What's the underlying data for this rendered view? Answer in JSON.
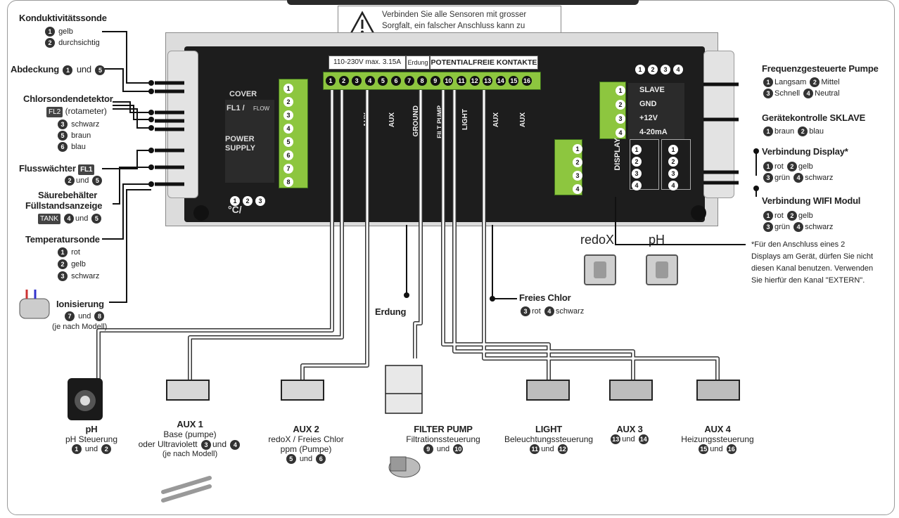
{
  "warning": {
    "text": "Verbinden Sie alle Sensoren mit grosser Sorgfalt, ein falscher Anschluss kann zu irreparablen Schäden am Gerät führen."
  },
  "terminal_header": {
    "power": "110-230V max. 3.15A",
    "ground": "Erdung",
    "contacts": "POTENTIALFREIE KONTAKTE"
  },
  "terminal_numbers": [
    "1",
    "2",
    "3",
    "4",
    "5",
    "6",
    "7",
    "8",
    "9",
    "10",
    "11",
    "12",
    "13",
    "14",
    "15",
    "16"
  ],
  "board_labels": {
    "power_supply": "POWER SUPPLY",
    "fl1": "FL1 /",
    "flow": "FLOW",
    "cover": "COVER",
    "ground": "GROUND",
    "filt_pump": "FILT PUMP",
    "light": "LIGHT",
    "aux": "AUX",
    "slave": "SLAVE",
    "gnd": "GND",
    "plus12v": "+12V",
    "ma": "4-20mA",
    "display": "DISPLAY",
    "co": "°C/"
  },
  "left_labels": {
    "konduktivitaet": {
      "title": "Konduktivitätssonde",
      "l1": "gelb",
      "l2": "durchsichtig"
    },
    "abdeckung": {
      "title": "Abdeckung",
      "und": "und"
    },
    "chlorsonde": {
      "title": "Chlorsondendetektor",
      "tag": "FL2",
      "rest": "(rotameter)",
      "l1": "schwarz",
      "l2": "braun",
      "l3": "blau"
    },
    "fluss": {
      "title": "Flusswächter",
      "tag": "FL1",
      "und": "und"
    },
    "saeure": {
      "title1": "Säurebehälter",
      "title2": "Füllstandsanzeige",
      "tag": "TANK",
      "und": "und"
    },
    "temperatur": {
      "title": "Temperatursonde",
      "l1": "rot",
      "l2": "gelb",
      "l3": "schwarz"
    },
    "ionisierung": {
      "title": "Ionisierung",
      "und": "und",
      "note": "(je nach Modell)"
    }
  },
  "right_labels": {
    "pumpe": {
      "title": "Frequenzgesteuerte Pumpe",
      "l1": "Langsam",
      "l2": "Mittel",
      "l3": "Schnell",
      "l4": "Neutral"
    },
    "slave": {
      "title": "Gerätekontrolle SKLAVE",
      "l1": "braun",
      "l2": "blau"
    },
    "display": {
      "title": "Verbindung Display*",
      "l1": "rot",
      "l2": "gelb",
      "l3": "grün",
      "l4": "schwarz"
    },
    "wifi": {
      "title": "Verbindung WIFI Modul",
      "l1": "rot",
      "l2": "gelb",
      "l3": "grün",
      "l4": "schwarz"
    },
    "note": "*Für den Anschluss eines 2 Displays am Gerät, dürfen Sie nicht diesen Kanal benutzen. Verwenden Sie hierfür den Kanal \"EXTERN\"."
  },
  "probes": {
    "redox": "redoX",
    "ph": "pH"
  },
  "freies_chlor": {
    "title": "Freies Chlor",
    "l1": "rot",
    "l2": "schwarz"
  },
  "erdung": "Erdung",
  "bottom": {
    "ph": {
      "title": "pH",
      "l1": "pH Steuerung",
      "und": "und"
    },
    "aux1": {
      "title": "AUX 1",
      "l1": "Base (pumpe)",
      "l2": "oder Ultraviolett",
      "und": "und",
      "note": "(je nach Modell)"
    },
    "aux2": {
      "title": "AUX 2",
      "l1": "redoX / Freies Chlor",
      "l2": "ppm (Pumpe)",
      "und": "und"
    },
    "filter": {
      "title": "FILTER PUMP",
      "l1": "Filtrationssteuerung",
      "und": "und"
    },
    "light": {
      "title": "LIGHT",
      "l1": "Beleuchtungssteuerung",
      "und": "und"
    },
    "aux3": {
      "title": "AUX 3",
      "und": "und"
    },
    "aux4": {
      "title": "AUX 4",
      "l1": "Heizungssteuerung",
      "und": "und"
    }
  },
  "colors": {
    "terminal_green": "#8dc63f",
    "board_dark": "#1d1d1d",
    "wire": "#ffffff",
    "case": "#dcdcdc"
  }
}
